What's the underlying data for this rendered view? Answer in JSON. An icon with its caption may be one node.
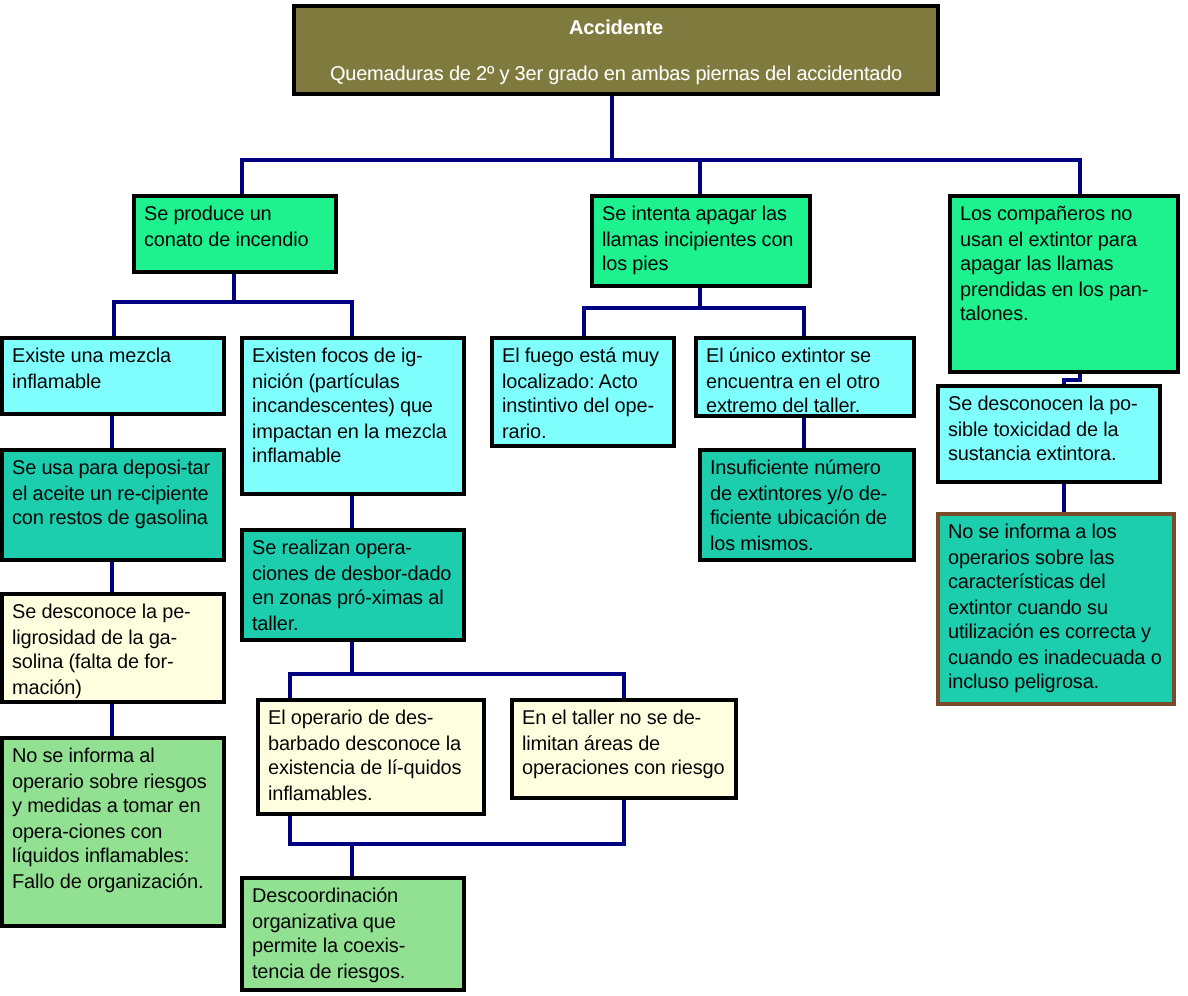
{
  "diagram": {
    "nodes": [
      {
        "text": [
          "Accidente",
          "Quemaduras de 2º y 3er grado en ambas piernas del accidentado"
        ]
      },
      {
        "text": [
          "Se produce un conato de incendio"
        ]
      },
      {
        "text": [
          "Se intenta apagar las llamas incipientes con los pies"
        ]
      },
      {
        "text": [
          "Los compañeros no usan el extintor para apagar las llamas prendidas en los pan-talones."
        ]
      },
      {
        "text": [
          "Existe una mezcla inflamable"
        ]
      },
      {
        "text": [
          "Existen focos de ig-nición (partículas incandescentes) que impactan en la mezcla inflamable"
        ]
      },
      {
        "text": [
          "El fuego está muy localizado: Acto instintivo del ope-rario."
        ]
      },
      {
        "text": [
          "El único extintor se encuentra en el otro extremo del taller."
        ]
      },
      {
        "text": [
          "Se desconocen la po-sible toxicidad de la sustancia extintora."
        ]
      },
      {
        "text": [
          "Se usa para deposi-tar el aceite un re-cipiente con restos de gasolina"
        ]
      },
      {
        "text": [
          "Se realizan opera-ciones de desbor-dado en zonas pró-ximas al taller."
        ]
      },
      {
        "text": [
          "Insuficiente número de extintores y/o de-ficiente ubicación de los mismos."
        ]
      },
      {
        "text": [
          "No se informa a los operarios sobre las características del extintor cuando su utilización es correcta y cuando es inadecuada o incluso peligrosa."
        ]
      },
      {
        "text": [
          "Se desconoce la pe-ligrosidad de la ga-solina (falta de for-mación)"
        ]
      },
      {
        "text": [
          "El operario de des-barbado desconoce la existencia de lí-quidos inflamables."
        ]
      },
      {
        "text": [
          "En el taller no se de-limitan áreas de operaciones con riesgo"
        ]
      },
      {
        "text": [
          "No se informa al operario sobre riesgos y medidas a tomar en opera-ciones con líquidos inflamables: Fallo de organización."
        ]
      },
      {
        "text": [
          "Descoordinación organizativa que permite la coexis-tencia de riesgos."
        ]
      }
    ],
    "edges": [
      {
        "from": 0,
        "to": 1,
        "arrow": "none"
      },
      {
        "from": 0,
        "to": 2,
        "arrow": "none"
      },
      {
        "from": 0,
        "to": 3,
        "arrow": "none"
      },
      {
        "from": 1,
        "to": 4,
        "arrow": "none"
      },
      {
        "from": 1,
        "to": 5,
        "arrow": "none"
      },
      {
        "from": 2,
        "to": 6,
        "arrow": "none"
      },
      {
        "from": 2,
        "to": 7,
        "arrow": "none"
      },
      {
        "from": 3,
        "to": 8,
        "arrow": "none"
      },
      {
        "from": 4,
        "to": 9,
        "arrow": "none"
      },
      {
        "from": 5,
        "to": 10,
        "arrow": "none"
      },
      {
        "from": 7,
        "to": 11,
        "arrow": "none"
      },
      {
        "from": 8,
        "to": 12,
        "arrow": "none"
      },
      {
        "from": 9,
        "to": 13,
        "arrow": "none"
      },
      {
        "from": 10,
        "to": 14,
        "arrow": "none"
      },
      {
        "from": 10,
        "to": 15,
        "arrow": "none"
      },
      {
        "from": 13,
        "to": 16,
        "arrow": "none"
      },
      {
        "from": 14,
        "to": 17,
        "arrow": "none"
      },
      {
        "from": 15,
        "to": 17,
        "arrow": "none"
      }
    ]
  }
}
